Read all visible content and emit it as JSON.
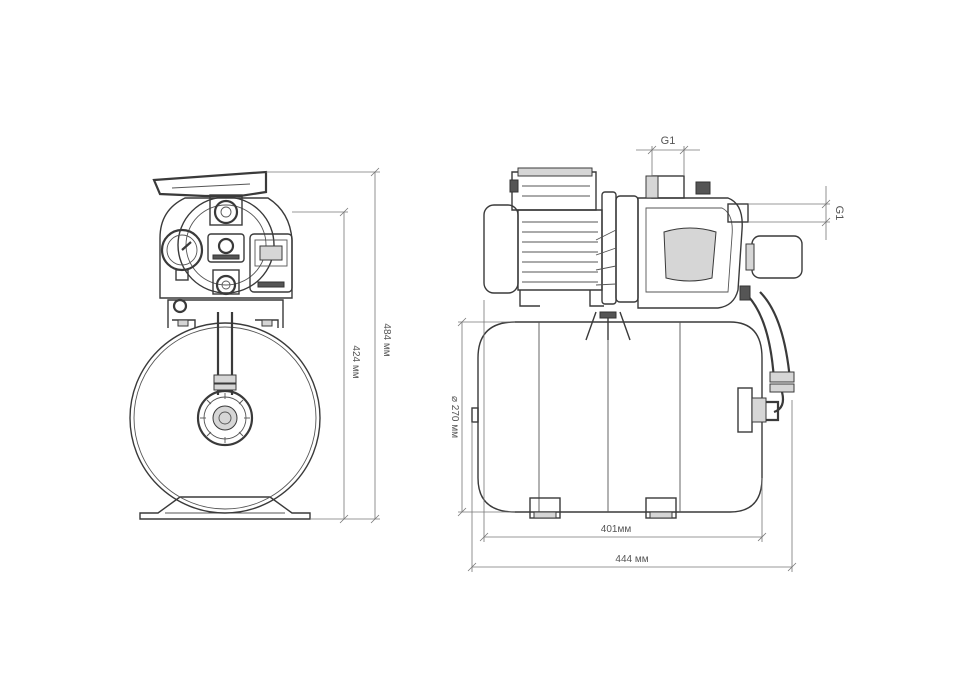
{
  "dimensions": {
    "height_total": "484 мм",
    "height_to_head": "424 мм",
    "tank_diameter": "⌀ 270 мм",
    "feet_width": "401мм",
    "overall_length": "444 мм",
    "outlet_thread": "G1",
    "inlet_thread": "G1"
  },
  "colors": {
    "line": "#3a3a3a",
    "dimension": "#777777",
    "text": "#555555"
  }
}
